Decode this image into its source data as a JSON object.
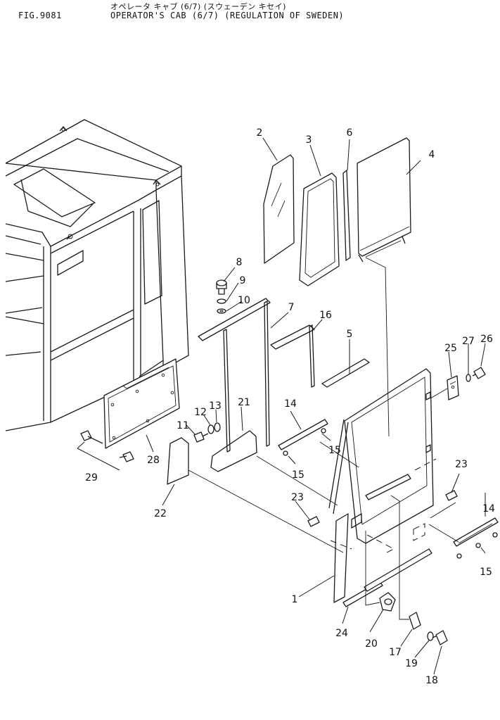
{
  "header": {
    "fig_number": "FIG.9081",
    "title_jp": "オペレータ キャブ (6/7) (スウェーデン キセイ)",
    "title_en": "OPERATOR'S CAB (6/7) (REGULATION OF SWEDEN)"
  },
  "callouts": [
    {
      "id": "c1",
      "label": "1"
    },
    {
      "id": "c2",
      "label": "2"
    },
    {
      "id": "c3",
      "label": "3"
    },
    {
      "id": "c4",
      "label": "4"
    },
    {
      "id": "c5",
      "label": "5"
    },
    {
      "id": "c6",
      "label": "6"
    },
    {
      "id": "c7",
      "label": "7"
    },
    {
      "id": "c8",
      "label": "8"
    },
    {
      "id": "c9",
      "label": "9"
    },
    {
      "id": "c10",
      "label": "10"
    },
    {
      "id": "c11",
      "label": "11"
    },
    {
      "id": "c12",
      "label": "12"
    },
    {
      "id": "c13",
      "label": "13"
    },
    {
      "id": "c14a",
      "label": "14"
    },
    {
      "id": "c14b",
      "label": "14"
    },
    {
      "id": "c15a",
      "label": "15"
    },
    {
      "id": "c15b",
      "label": "15"
    },
    {
      "id": "c15c",
      "label": "15"
    },
    {
      "id": "c16",
      "label": "16"
    },
    {
      "id": "c17",
      "label": "17"
    },
    {
      "id": "c18",
      "label": "18"
    },
    {
      "id": "c19",
      "label": "19"
    },
    {
      "id": "c20",
      "label": "20"
    },
    {
      "id": "c21",
      "label": "21"
    },
    {
      "id": "c22",
      "label": "22"
    },
    {
      "id": "c23a",
      "label": "23"
    },
    {
      "id": "c23b",
      "label": "23"
    },
    {
      "id": "c24",
      "label": "24"
    },
    {
      "id": "c25",
      "label": "25"
    },
    {
      "id": "c26",
      "label": "26"
    },
    {
      "id": "c27",
      "label": "27"
    },
    {
      "id": "c28",
      "label": "28"
    },
    {
      "id": "c29",
      "label": "29"
    }
  ]
}
